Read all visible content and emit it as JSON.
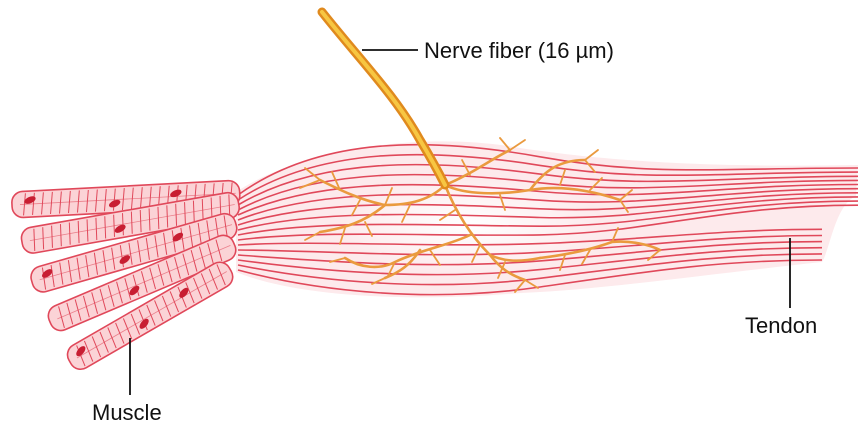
{
  "labels": {
    "nerve": "Nerve fiber (16 µm)",
    "muscle": "Muscle",
    "tendon": "Tendon"
  },
  "colors": {
    "fiber_line": "#e0485a",
    "fiber_fill": "#fbd3d6",
    "nucleus": "#c81e32",
    "nerve_outer": "#e08a1e",
    "nerve_inner": "#f7c642",
    "nerve_branch": "#ea9a3e",
    "leader": "#111111"
  },
  "icons": {
    "nerve_fiber": "nerve-fiber-illustration",
    "muscle_fibers": "muscle-fiber-bundle-illustration",
    "tendon": "tendon-illustration"
  }
}
